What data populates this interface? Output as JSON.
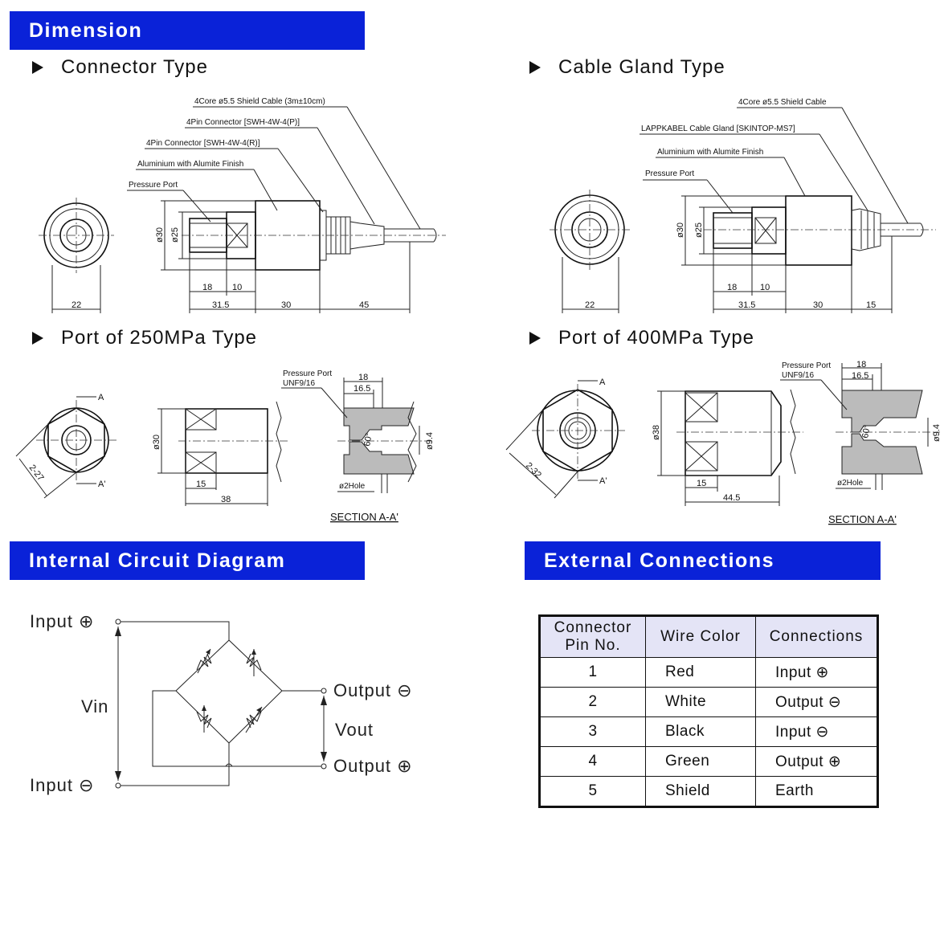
{
  "headers": {
    "dimension": "Dimension",
    "circuit": "Internal Circuit Diagram",
    "external": "External Connections"
  },
  "subheaders": {
    "connector_type": "Connector Type",
    "cable_gland_type": "Cable Gland Type",
    "port_250": "Port of 250MPa Type",
    "port_400": "Port of 400MPa Type"
  },
  "connector_drawing": {
    "labels": {
      "cable": "4Core ø5.5 Shield Cable (3m±10cm)",
      "connector_p": "4Pin Connector [SWH-4W-4(P)]",
      "connector_r": "4Pin Connector [SWH-4W-4(R)]",
      "body": "Aluminium with Alumite Finish",
      "port": "Pressure Port"
    },
    "dims": {
      "d30": "ø30",
      "d25": "ø25",
      "a18": "18",
      "a10": "10",
      "w22": "22",
      "l31_5": "31.5",
      "l30": "30",
      "l45": "45"
    }
  },
  "gland_drawing": {
    "labels": {
      "cable": "4Core ø5.5 Shield Cable",
      "gland": "LAPPKABEL Cable Gland [SKINTOP-MS7]",
      "body": "Aluminium with Alumite Finish",
      "port": "Pressure Port"
    },
    "dims": {
      "d30": "ø30",
      "d25": "ø25",
      "a18": "18",
      "a10": "10",
      "w22": "22",
      "l31_5": "31.5",
      "l30": "30",
      "l15": "15"
    }
  },
  "port250_drawing": {
    "labels": {
      "port": "Pressure Port",
      "thread": "UNF9/16",
      "hole": "ø2Hole",
      "section": "SECTION A-A'",
      "a": "A",
      "a_prime": "A'"
    },
    "dims": {
      "d30": "ø30",
      "hex": "2-27",
      "l15": "15",
      "l38": "38",
      "l18": "18",
      "l16_5": "16.5",
      "angle": "60°",
      "d9_4": "ø9.4"
    }
  },
  "port400_drawing": {
    "labels": {
      "port": "Pressure Port",
      "thread": "UNF9/16",
      "hole": "ø2Hole",
      "section": "SECTION A-A'",
      "a": "A",
      "a_prime": "A'"
    },
    "dims": {
      "d38": "ø38",
      "hex": "2-32",
      "l15": "15",
      "l44_5": "44.5",
      "l18": "18",
      "l16_5": "16.5",
      "angle": "60°",
      "d9_4": "ø9.4"
    }
  },
  "circuit": {
    "input_plus": "Input ⊕",
    "input_minus": "Input ⊖",
    "output_minus": "Output ⊖",
    "output_plus": "Output ⊕",
    "vin": "Vin",
    "vout": "Vout"
  },
  "connections_table": {
    "header_pin_line1": "Connector",
    "header_pin_line2": "Pin No.",
    "header_wire": "Wire Color",
    "header_conn": "Connections",
    "rows": [
      {
        "pin": "1",
        "wire": "Red",
        "conn": "Input ⊕"
      },
      {
        "pin": "2",
        "wire": "White",
        "conn": "Output ⊖"
      },
      {
        "pin": "3",
        "wire": "Black",
        "conn": "Input ⊖"
      },
      {
        "pin": "4",
        "wire": "Green",
        "conn": "Output ⊕"
      },
      {
        "pin": "5",
        "wire": "Shield",
        "conn": "Earth"
      }
    ]
  }
}
